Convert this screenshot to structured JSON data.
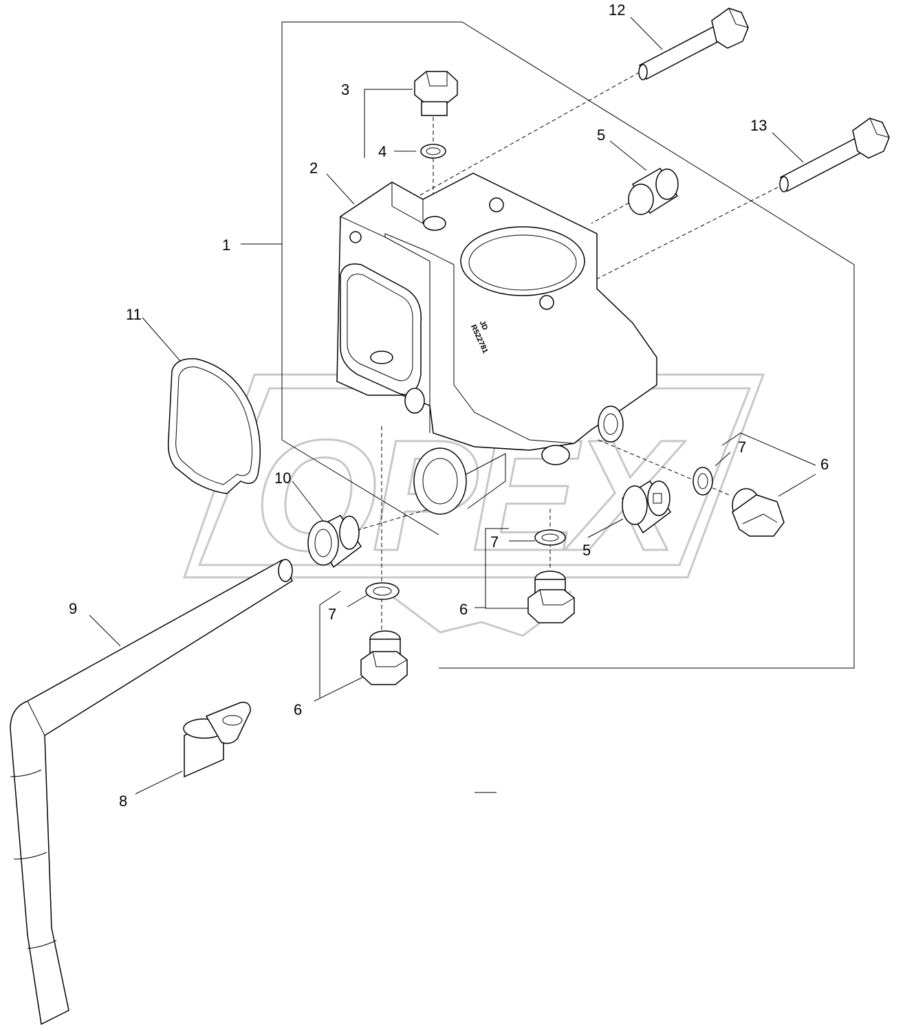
{
  "callouts": {
    "c1": "1",
    "c2": "2",
    "c3": "3",
    "c4": "4",
    "c5a": "5",
    "c5b": "5",
    "c6a": "6",
    "c6b": "6",
    "c6c": "6",
    "c7a": "7",
    "c7b": "7",
    "c7c": "7",
    "c8": "8",
    "c9": "9",
    "c10": "10",
    "c11": "11",
    "c12": "12",
    "c13": "13"
  },
  "housing_marking": {
    "line1": "JD",
    "line2": "R522781"
  },
  "watermark": {
    "text": "OPEX"
  }
}
